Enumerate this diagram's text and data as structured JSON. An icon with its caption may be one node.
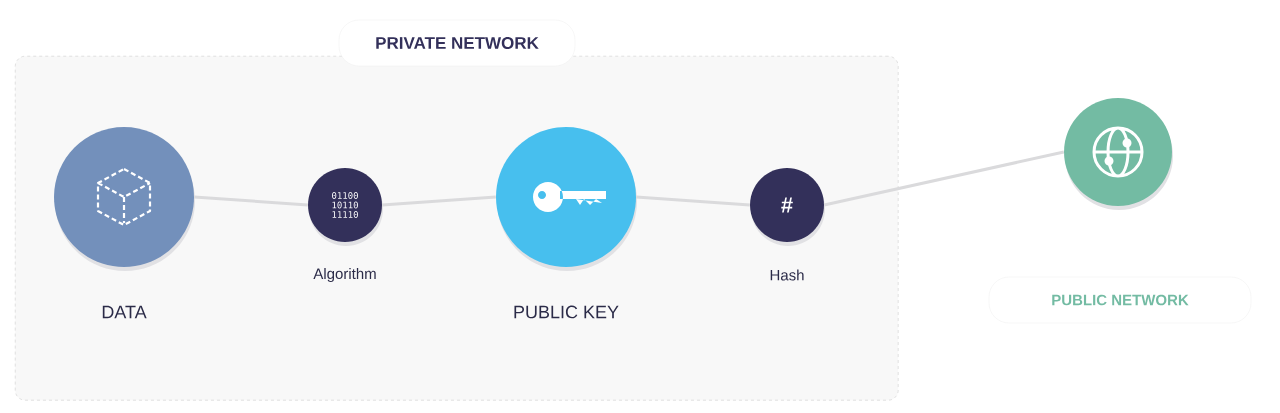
{
  "diagram": {
    "nodes": [
      {
        "text": [
          "PRIVATE NETWORK"
        ]
      },
      {
        "text": [],
        "shape": "circle",
        "beside": [
          "DATA"
        ],
        "in": 0
      },
      {
        "text": [
          "01100 10110 11110"
        ],
        "beside": [
          "Algorithm"
        ],
        "in": 0
      },
      {
        "text": [],
        "shape": "circle",
        "beside": [
          "PUBLIC KEY"
        ],
        "in": 0
      },
      {
        "text": [
          "#"
        ],
        "beside": [
          "Hash"
        ],
        "in": 0
      },
      {
        "text": [],
        "shape": "circle"
      },
      {
        "text": [
          "PUBLIC NETWORK"
        ]
      }
    ],
    "edges": [
      {
        "from": 1,
        "to": 2,
        "arrow": "none"
      },
      {
        "from": 2,
        "to": 3,
        "arrow": "none"
      },
      {
        "from": 3,
        "to": 4,
        "arrow": "none"
      },
      {
        "from": 4,
        "to": 5,
        "arrow": "none"
      }
    ]
  }
}
